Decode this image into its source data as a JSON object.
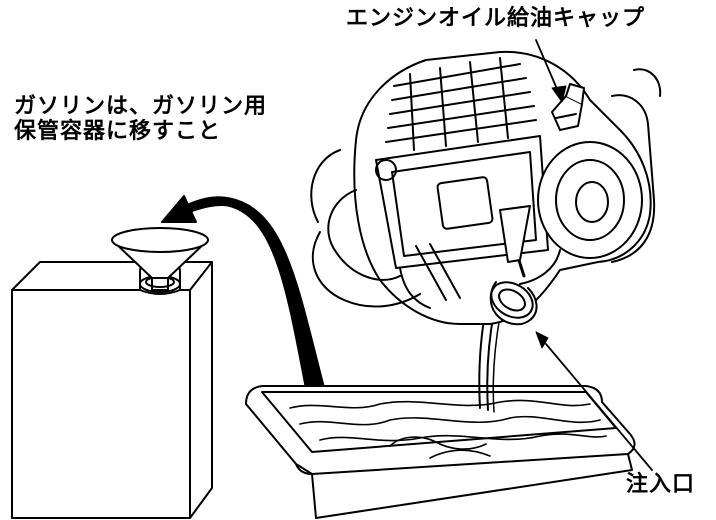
{
  "labels": {
    "engine_oil_cap": "エンジンオイル給油キャップ",
    "gasoline_note_line1": "ガソリンは、ガソリン用",
    "gasoline_note_line2": "保管容器に移すこと",
    "pour_spout": "注入口"
  },
  "colors": {
    "ink": "#000000",
    "paper": "#ffffff"
  }
}
